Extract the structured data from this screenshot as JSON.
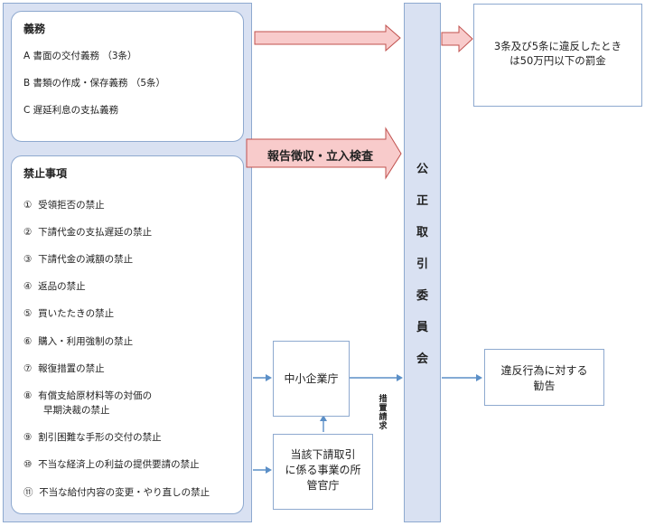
{
  "obligations": {
    "title": "義務",
    "items": [
      "A  書面の交付義務 （3条）",
      "B  書類の作成・保存義務 （5条）",
      "C  遅延利息の支払義務"
    ]
  },
  "prohibitions": {
    "title": "禁止事項",
    "items": [
      {
        "n": "①",
        "text": "受領拒否の禁止"
      },
      {
        "n": "②",
        "text": "下請代金の支払遅延の禁止"
      },
      {
        "n": "③",
        "text": "下請代金の減額の禁止"
      },
      {
        "n": "④",
        "text": "返品の禁止"
      },
      {
        "n": "⑤",
        "text": "買いたたきの禁止"
      },
      {
        "n": "⑥",
        "text": "購入・利用強制の禁止"
      },
      {
        "n": "⑦",
        "text": "報復措置の禁止"
      },
      {
        "n": "⑧",
        "text": "有償支給原材料等の対価の",
        "text2": "早期決裁の禁止"
      },
      {
        "n": "⑨",
        "text": "割引困難な手形の交付の禁止"
      },
      {
        "n": "⑩",
        "text": "不当な経済上の利益の提供要請の禁止"
      },
      {
        "n": "⑪",
        "text": "不当な給付内容の変更・やり直しの禁止"
      }
    ]
  },
  "arrow_label": "報告徴収・立入検査",
  "commission": [
    "公",
    "正",
    "取",
    "引",
    "委",
    "員",
    "会"
  ],
  "penalty": {
    "line1": "3条及び5条に違反したとき",
    "line2": "は50万円以下の罰金"
  },
  "sme_agency": "中小企業庁",
  "ministry": {
    "line1": "当該下請取引",
    "line2": "に係る事業の所",
    "line3": "管官庁"
  },
  "recommendation": {
    "line1": "違反行為に対する",
    "line2": "勧告"
  },
  "measure_request": [
    "措",
    "置",
    "請",
    "求"
  ],
  "colors": {
    "panel": "#d9e1f2",
    "border": "#8ea9cf",
    "arrow_fill": "#f8cbcb",
    "arrow_stroke": "#c0504d",
    "connector": "#5b8fc7"
  }
}
